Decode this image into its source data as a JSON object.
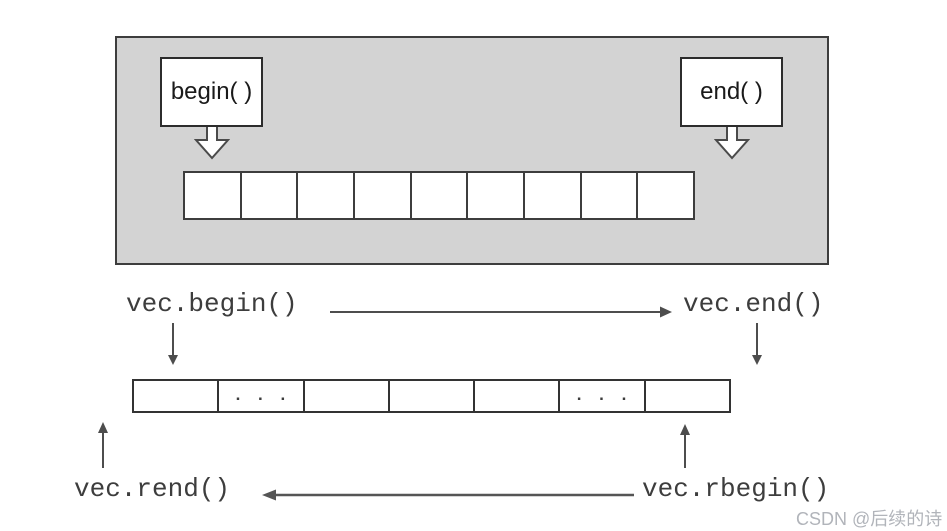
{
  "top_diagram": {
    "begin_label": "begin( )",
    "end_label": "end( )",
    "cells": [
      "",
      "",
      "",
      "",
      "",
      "",
      "",
      "",
      ""
    ],
    "panel_bg": "#d3d3d3",
    "line_color": "#3d3d3d",
    "cell_fill": "#ffffff"
  },
  "bottom_diagram": {
    "begin_label": "vec.begin()",
    "end_label": "vec.end()",
    "rend_label": "vec.rend()",
    "rbegin_label": "vec.rbegin()",
    "cells": [
      "",
      ". . .",
      "",
      "",
      "",
      ". . .",
      ""
    ],
    "text_color": "#3d3d3d",
    "arrow_color": "#4d4d4d"
  },
  "watermark": {
    "text": "CSDN @后续的诗",
    "color": "#b1b4ba"
  }
}
